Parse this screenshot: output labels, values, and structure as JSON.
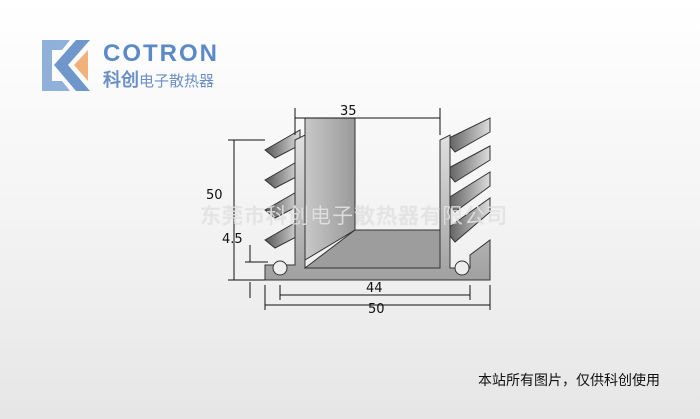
{
  "logo": {
    "brand": "COTRON",
    "brand_cn": "科创",
    "tagline": "电子散热器"
  },
  "dimensions": {
    "top_width": "35",
    "height": "50",
    "base_thickness": "4.5",
    "inner_width": "44",
    "overall_width": "50"
  },
  "watermark": "东莞市科创电子散热器有限公司",
  "note": "本站所有图片，仅供科创使用",
  "colors": {
    "brand": "#5b8ac6",
    "logo_orange": "#f0b27a"
  }
}
